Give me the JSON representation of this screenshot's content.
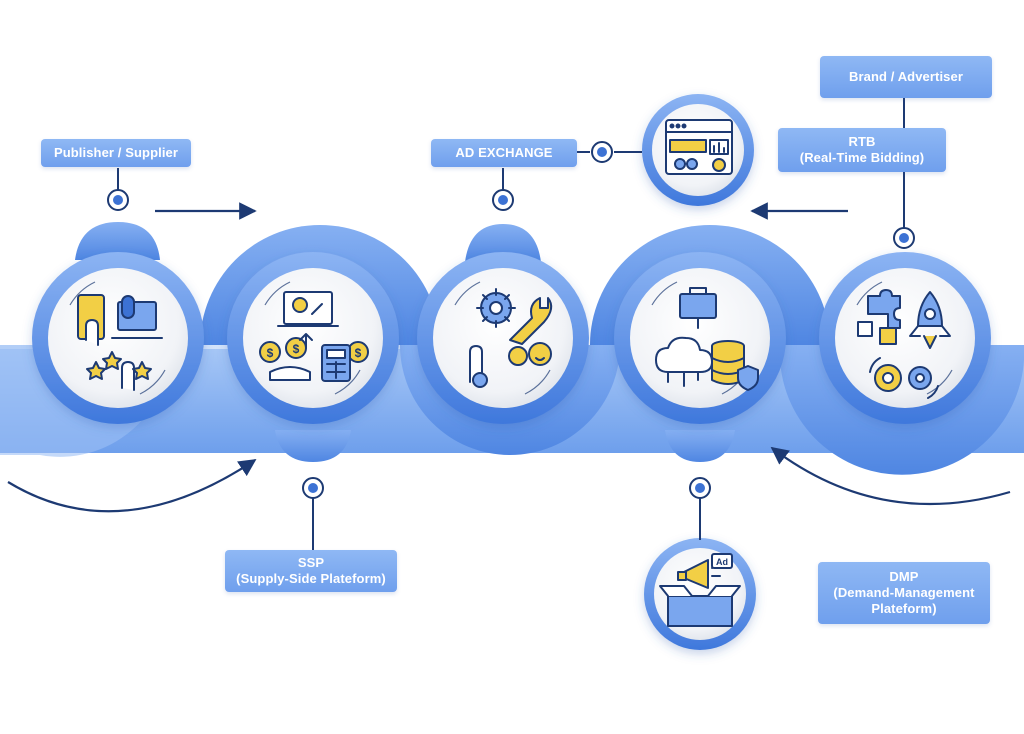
{
  "diagram": {
    "labels": {
      "publisher": "Publisher / Supplier",
      "ad_exchange": "AD EXCHANGE",
      "brand": "Brand / Advertiser",
      "rtb_line1": "RTB",
      "rtb_line2": "(Real-Time Bidding)",
      "ssp_line1": "SSP",
      "ssp_line2": "(Supply-Side Plateform)",
      "dmp_line1": "DMP",
      "dmp_line2": "(Demand-Management",
      "dmp_line3": "Plateform)",
      "ad_badge": "Ad"
    },
    "icons": [
      "publisher-devices-icon",
      "ssp-monetization-icon",
      "ad-exchange-tools-icon",
      "dmp-data-storage-icon",
      "rtb-puzzle-rocket-icon",
      "analytics-dashboard-icon",
      "advertising-megaphone-icon"
    ],
    "colors": {
      "light_blue": "#a9c8f5",
      "mid_blue": "#7aa6ee",
      "dark_blue": "#3c72d4",
      "navy": "#1d3a73",
      "yellow": "#f2cf45",
      "white": "#ffffff"
    }
  }
}
